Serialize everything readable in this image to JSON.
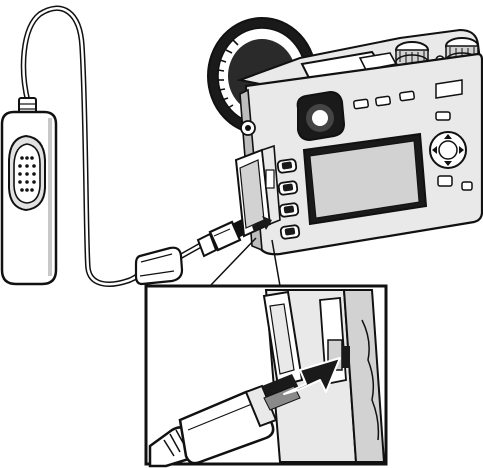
{
  "diagram": {
    "components": [
      {
        "id": "remote-release",
        "icon": "remote-shutter-release-icon"
      },
      {
        "id": "release-cable",
        "icon": "cable-icon"
      },
      {
        "id": "ferrite-core",
        "icon": "ferrite-bead-icon"
      },
      {
        "id": "micro-usb-plug",
        "icon": "micro-usb-plug-icon"
      },
      {
        "id": "camera",
        "icon": "mirrorless-camera-back-icon"
      },
      {
        "id": "terminal-cover",
        "icon": "open-terminal-cover-icon"
      },
      {
        "id": "inset-detail",
        "icon": "magnified-detail-icon"
      },
      {
        "id": "insert-arrow",
        "icon": "insertion-arrow-icon"
      }
    ],
    "colors": {
      "line": "#111111",
      "fill_light": "#ffffff",
      "fill_mid": "#e9e9e9",
      "fill_shade": "#d2d2d2",
      "fill_dark": "#8a8a8a",
      "fill_black": "#1a1a1a"
    }
  }
}
